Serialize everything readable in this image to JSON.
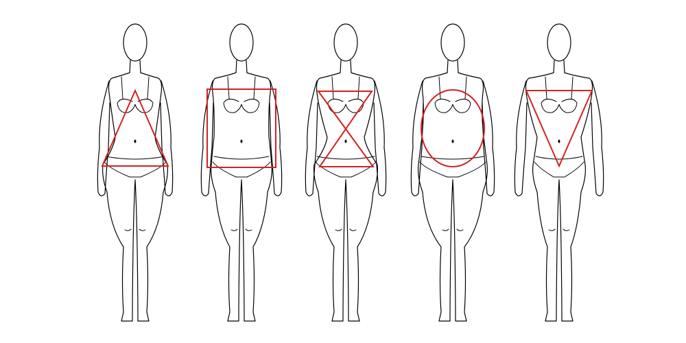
{
  "diagram": {
    "figure_count": 5,
    "line_color": "#000000",
    "shape_color": "#d42020",
    "background": "#ffffff",
    "figures": [
      {
        "shape": "triangle"
      },
      {
        "shape": "rectangle"
      },
      {
        "shape": "hourglass"
      },
      {
        "shape": "oval"
      },
      {
        "shape": "inverted-triangle"
      }
    ]
  }
}
